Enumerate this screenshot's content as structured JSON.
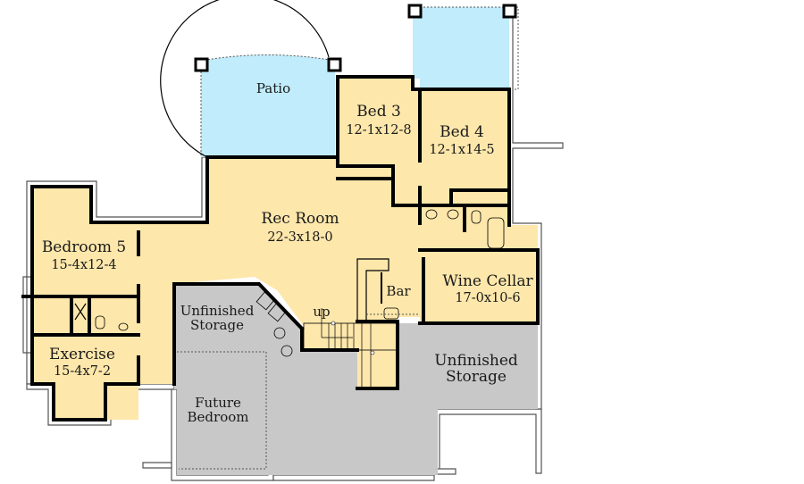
{
  "colors": {
    "finished": "#fde7ab",
    "unfinished": "#c8c8c8",
    "patio": "#c0ecfb",
    "wall": "#000000",
    "background": "#ffffff"
  },
  "rooms": [
    {
      "id": "patio",
      "name": "Patio",
      "dims": ""
    },
    {
      "id": "bed3",
      "name": "Bed 3",
      "dims": "12-1x12-8"
    },
    {
      "id": "bed4",
      "name": "Bed 4",
      "dims": "12-1x14-5"
    },
    {
      "id": "rec_room",
      "name": "Rec Room",
      "dims": "22-3x18-0"
    },
    {
      "id": "bedroom5",
      "name": "Bedroom 5",
      "dims": "15-4x12-4"
    },
    {
      "id": "exercise",
      "name": "Exercise",
      "dims": "15-4x7-2"
    },
    {
      "id": "wine_cellar",
      "name": "Wine Cellar",
      "dims": "17-0x10-6"
    },
    {
      "id": "bar",
      "name": "Bar",
      "dims": ""
    },
    {
      "id": "unfinished_storage_1",
      "name_line1": "Unfinished",
      "name_line2": "Storage"
    },
    {
      "id": "unfinished_storage_2",
      "name_line1": "Unfinished",
      "name_line2": "Storage"
    },
    {
      "id": "future_bedroom",
      "name_line1": "Future",
      "name_line2": "Bedroom"
    }
  ],
  "annotations": {
    "stairs": "up"
  }
}
